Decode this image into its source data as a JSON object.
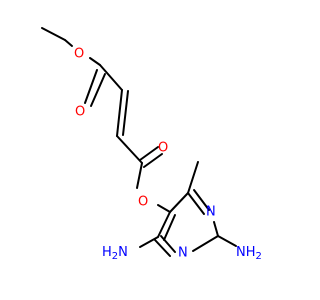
{
  "molecule": {
    "colors": {
      "bond": "#000000",
      "oxygen": "#ff0000",
      "nitrogen": "#0000ff"
    },
    "labels": {
      "o_ethyl_ether": "O",
      "o_ester1_carbonyl": "O",
      "o_ester2_carbonyl": "O",
      "o_aryl_ether": "O",
      "n_ring_upper": "N",
      "n_ring_lower": "N",
      "nh2_left_n": "N",
      "nh2_left_h": "H",
      "nh2_left_sub": "2",
      "nh2_right_n": "N",
      "nh2_right_h": "H",
      "nh2_right_sub": "2"
    }
  }
}
